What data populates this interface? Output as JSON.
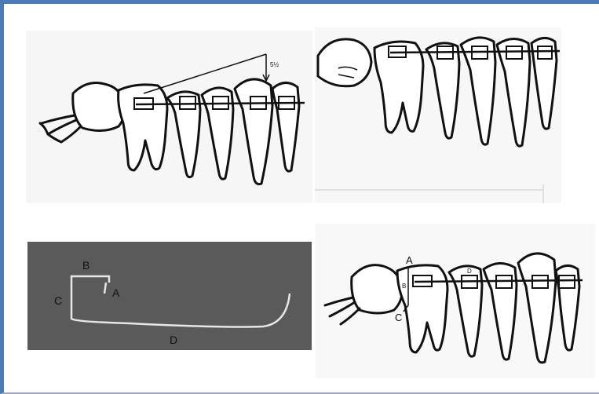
{
  "panels": {
    "top_left": {
      "annotation": "5½"
    },
    "bottom_left": {
      "labels": {
        "a": "A",
        "b": "B",
        "c": "C",
        "d": "D"
      }
    },
    "bottom_right": {
      "labels": {
        "a": "A",
        "b": "B",
        "c": "C",
        "d": "D"
      }
    }
  },
  "colors": {
    "frame": "#4a7ab8",
    "photo_background": "#5a5a5a",
    "wire_photo": "#e6e6e6",
    "line_art": "#111111"
  }
}
